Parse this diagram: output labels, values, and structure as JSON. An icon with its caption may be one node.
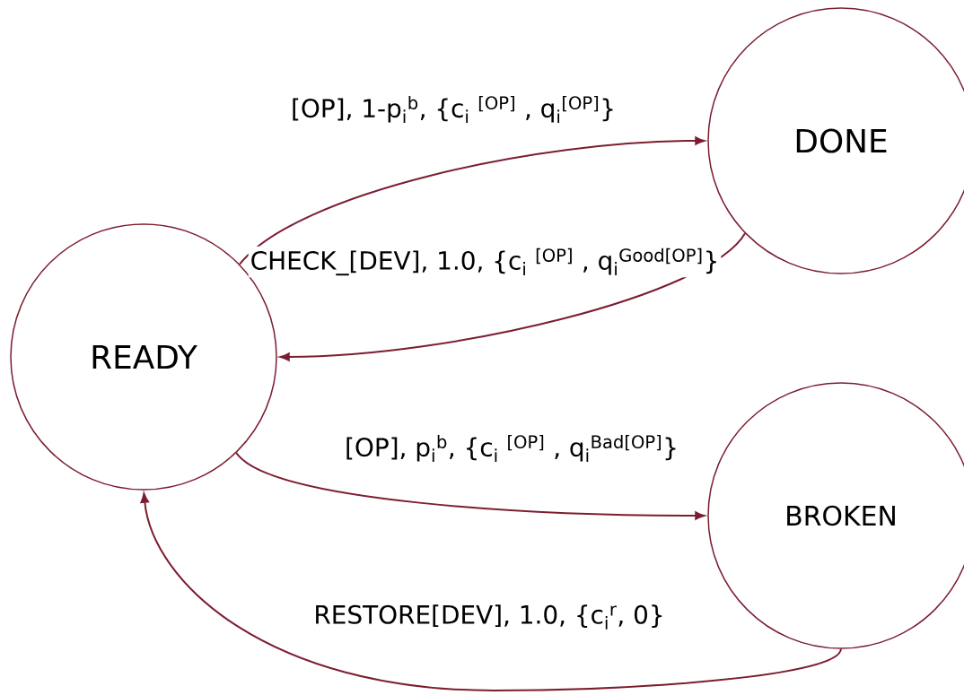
{
  "diagram": {
    "nodes": [
      {
        "text": [
          "READY"
        ]
      },
      {
        "text": [
          "DONE"
        ]
      },
      {
        "text": [
          "BROKEN"
        ]
      }
    ],
    "edges": [
      {
        "from": 0,
        "to": 1,
        "arrow": "to",
        "label": "[OP], 1-p$_{i}$$^{b}$, {c$_{i}$ $^{[OP]}$ , q$_{i}$$^{[OP]}$}"
      },
      {
        "from": 1,
        "to": 0,
        "arrow": "to",
        "label": "CHECK_[DEV], 1.0, {c$_{i}$ $^{[OP]}$ , q$_{i}$$^{Good[OP]}$}"
      },
      {
        "from": 0,
        "to": 2,
        "arrow": "to",
        "label": "[OP], p$_{i}$$^{b}$, {c$_{i}$ $^{[OP]}$ , q$_{i}$$^{Bad[OP]}$}"
      },
      {
        "from": 2,
        "to": 0,
        "arrow": "to",
        "label": "RESTORE[DEV], 1.0, {c$_{i}$$^{r}$, 0}"
      }
    ]
  }
}
